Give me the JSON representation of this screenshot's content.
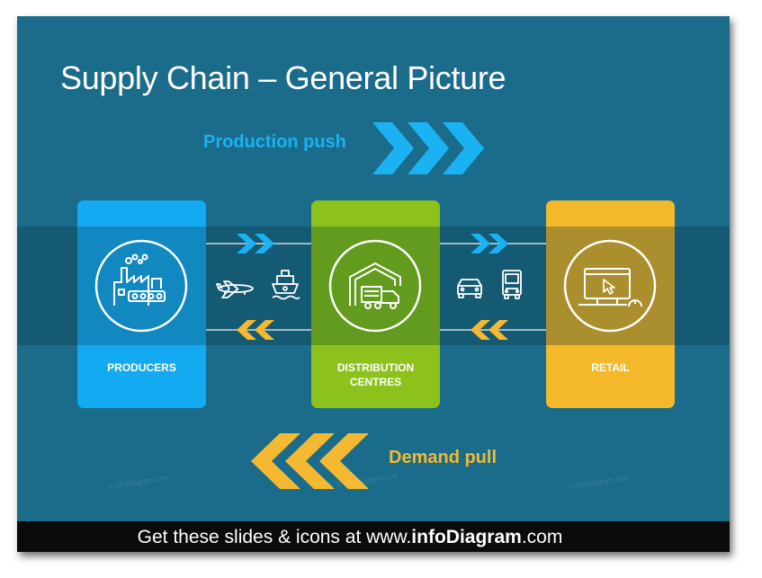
{
  "title": "Supply Chain – General Picture",
  "push_label": "Production push",
  "pull_label": "Demand pull",
  "nodes": [
    {
      "label": "PRODUCERS",
      "icon": "factory-icon",
      "color": "#14aaf1"
    },
    {
      "label_line1": "DISTRIBUTION",
      "label_line2": "CENTRES",
      "icon": "warehouse-truck-icon",
      "color": "#8dc21c"
    },
    {
      "label": "RETAIL",
      "icon": "computer-cursor-icon",
      "color": "#f3b92b"
    }
  ],
  "transport": {
    "left": [
      "airplane-icon",
      "ship-icon"
    ],
    "right": [
      "car-icon",
      "truck-icon"
    ]
  },
  "watermark": "© infoDiagram.com",
  "footer": {
    "prefix": "Get these slides & icons at www.",
    "brand": "infoDiagram",
    "suffix": ".com"
  },
  "colors": {
    "background": "#1b6c8a",
    "band": "#155a73",
    "blue_arrow": "#1ab2f2",
    "yellow_arrow": "#f4b930",
    "footer_bg": "#0b0b0b",
    "logo": "#f47a20"
  }
}
